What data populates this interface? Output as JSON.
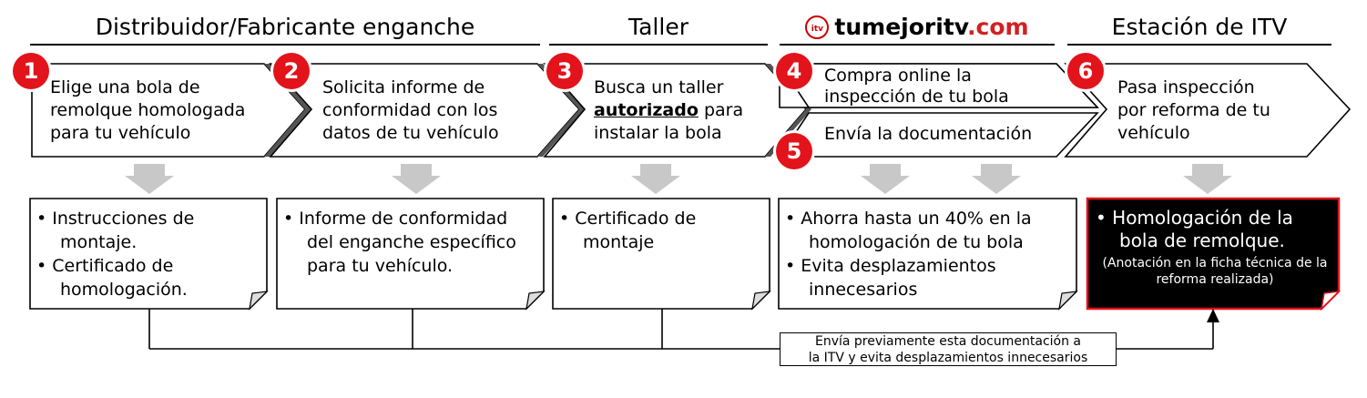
{
  "headers": {
    "distribuidor": "Distribuidor/Fabricante enganche",
    "taller": "Taller",
    "logo_prefix": "tumejoritv",
    "logo_suffix": ".com",
    "logo_icon_text": "itv",
    "itv": "Estación de ITV"
  },
  "steps": [
    {
      "num": "1",
      "lines": [
        "Elige una bola de",
        "remolque homologada",
        "para tu vehículo"
      ]
    },
    {
      "num": "2",
      "lines": [
        "Solicita informe de",
        "conformidad con los",
        "datos de tu vehículo"
      ]
    },
    {
      "num": "3",
      "line1": "Busca un taller",
      "line2_bold": "autorizado",
      "line2_rest": " para",
      "line3": "instalar la bola"
    },
    {
      "num": "4",
      "lines": [
        "Compra online la",
        "inspección de tu bola"
      ]
    },
    {
      "num": "5",
      "lines": [
        "Envía la documentación"
      ]
    },
    {
      "num": "6",
      "lines": [
        "Pasa inspección",
        "por reforma de tu",
        "vehículo"
      ]
    }
  ],
  "boxes": [
    {
      "items": [
        "Instrucciones de montaje.",
        "Certificado de homologación."
      ]
    },
    {
      "items": [
        "Informe de conformidad del enganche específico para tu vehículo."
      ]
    },
    {
      "items": [
        "Certificado de montaje"
      ]
    },
    {
      "items": [
        "Ahorra hasta un 40% en la homologación de tu bola",
        "Evita desplazamientos innecesarios"
      ]
    },
    {
      "items": [
        "Homologación de la bola de remolque."
      ],
      "note": "(Anotación en la ficha técnica de la reforma realizada)"
    }
  ],
  "bottom_note": [
    "Envía previamente esta documentación a",
    "la ITV y evita desplazamientos innecesarios"
  ],
  "colors": {
    "accent": "#e3131b",
    "arrow_gray": "#c8c8c8",
    "dark_box": "#000000"
  }
}
